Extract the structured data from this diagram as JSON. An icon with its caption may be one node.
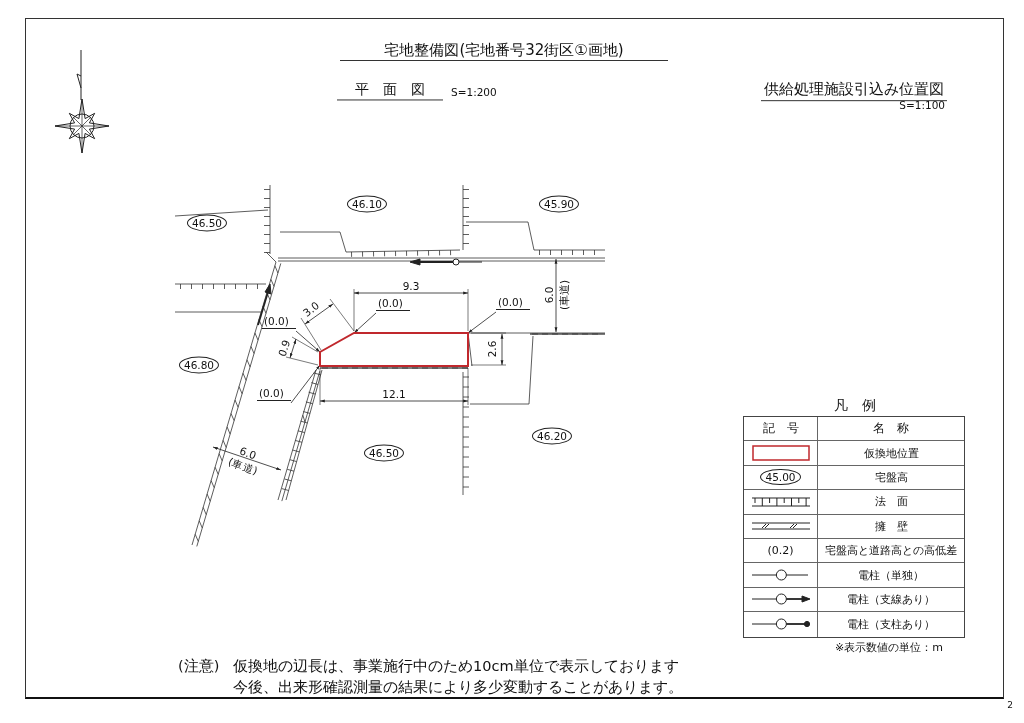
{
  "diagram": {
    "title": "宅地整備図(宅地番号32街区①画地)",
    "nodes": [
      {
        "text": [
          "46.50"
        ]
      },
      {
        "text": [
          "46.10"
        ]
      },
      {
        "text": [
          "45.90"
        ]
      },
      {
        "text": [
          "(0.0)"
        ]
      },
      {
        "text": [
          "(0.0)"
        ]
      },
      {
        "text": [
          "(0.0)"
        ]
      },
      {
        "text": [],
        "shape": "box"
      },
      {
        "text": [
          "46.80"
        ]
      },
      {
        "text": [
          "(0.0)"
        ]
      },
      {
        "text": [
          "46.50"
        ]
      },
      {
        "text": [
          "46.20"
        ]
      }
    ],
    "edges": [
      {
        "from": 3,
        "to": 6,
        "arrow": "to"
      },
      {
        "from": 4,
        "to": 6,
        "arrow": "to"
      },
      {
        "from": 5,
        "to": 6,
        "arrow": "to"
      },
      {
        "from": 8,
        "to": 6,
        "arrow": "to"
      }
    ],
    "labels": [
      "平　面　図",
      "S=1:200",
      "供給処理施設引込み位置図",
      "S=1:100",
      "6.0",
      "(車道)",
      "9.3",
      "3.0",
      "0.9",
      "2.6",
      "12.1",
      "6.0",
      "(車道)",
      "凡　例",
      "記　号",
      "名　称",
      "45.00",
      "(0.2)",
      "※表示数値の単位：m",
      "(注意)",
      "仮換地の辺長は、事業施行中のため10cm単位で表示しております",
      "今後、出来形確認測量の結果により多少変動することがあります。",
      "2"
    ],
    "legend": [
      {
        "text": "仮換地位置"
      },
      {
        "text": "宅盤高"
      },
      {
        "text": "法　面"
      },
      {
        "text": "擁　壁"
      },
      {
        "text": "宅盤高と道路高との高低差"
      },
      {
        "text": "電柱（単独）"
      },
      {
        "text": "電柱（支線あり）"
      },
      {
        "text": "電柱（支柱あり）"
      }
    ]
  }
}
